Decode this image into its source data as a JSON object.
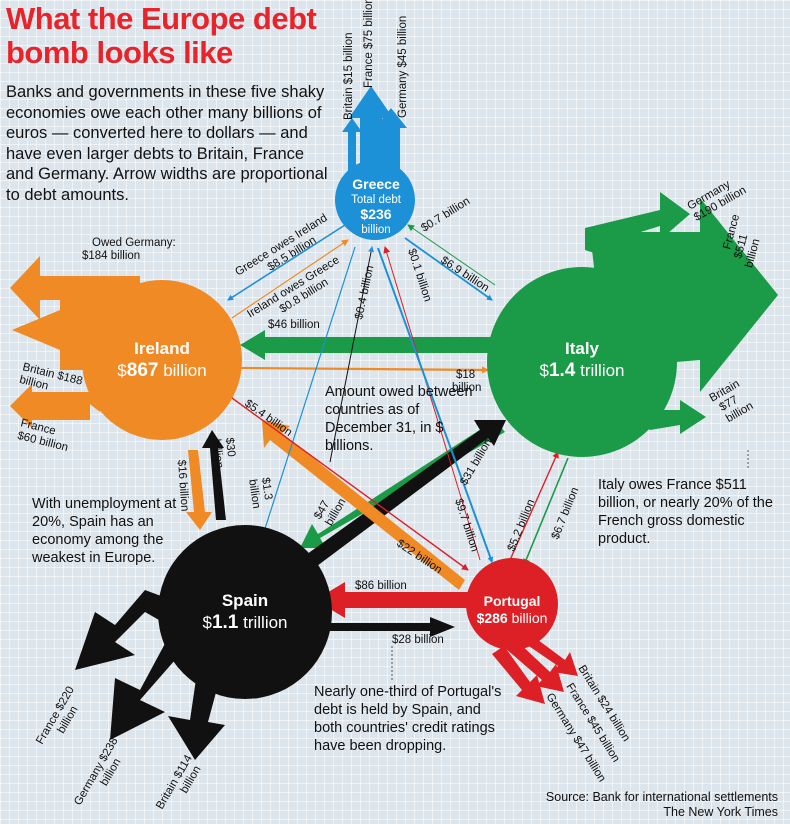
{
  "title": "What the Europe debt bomb looks like",
  "intro": "Banks and governments in these five shaky economies owe each other many billions of euros — converted here to dollars — and have even larger debts to Britain, France and Germany. Arrow widths are proportional to debt amounts.",
  "notes": {
    "amount_owed": "Amount owed between countries as of December 31, in $ billions.",
    "spain": "With unemployment at 20%, Spain has an economy among the weakest in Europe.",
    "italy": "Italy owes France $511 billion, or nearly 20% of the French gross domestic product.",
    "portugal": "Nearly one-third of Portugal's debt is held by Spain, and both countries' credit ratings have been dropping."
  },
  "source": {
    "line1": "Source: Bank for international settlements",
    "line2": "The New York Times"
  },
  "colors": {
    "greece": "#1d91d8",
    "ireland": "#f08a24",
    "italy": "#1b9a47",
    "spain": "#111111",
    "portugal": "#dd1f26",
    "title": "#e8232a"
  },
  "countries": {
    "greece": {
      "name": "Greece",
      "total_label": "Total debt",
      "amount": "$236",
      "unit": "billion"
    },
    "ireland": {
      "name": "Ireland",
      "amount_prefix": "$",
      "amount": "867",
      "unit": "billion"
    },
    "italy": {
      "name": "Italy",
      "amount_prefix": "$",
      "amount": "1.4",
      "unit": "trillion"
    },
    "spain": {
      "name": "Spain",
      "amount_prefix": "$",
      "amount": "1.1",
      "unit": "trillion"
    },
    "portugal": {
      "name": "Portugal",
      "amount": "$286",
      "unit": "billion"
    }
  },
  "flows": [
    {
      "from": "Greece",
      "to": "Britain",
      "label": "Britain $15 billion",
      "value": 15
    },
    {
      "from": "Greece",
      "to": "France",
      "label": "France $75 billion",
      "value": 75
    },
    {
      "from": "Greece",
      "to": "Germany",
      "label": "Germany $45 billion",
      "value": 45
    },
    {
      "from": "Ireland",
      "to": "Germany",
      "label": "Owed Germany: $184 billion",
      "value": 184
    },
    {
      "from": "Ireland",
      "to": "Britain",
      "label": "Britain $188 billion",
      "value": 188
    },
    {
      "from": "Ireland",
      "to": "France",
      "label": "France $60 billion",
      "value": 60
    },
    {
      "from": "Italy",
      "to": "Germany",
      "label": "Germany $190 billion",
      "value": 190
    },
    {
      "from": "Italy",
      "to": "France",
      "label": "France $511 billion",
      "value": 511
    },
    {
      "from": "Italy",
      "to": "Britain",
      "label": "Britain $77 billion",
      "value": 77
    },
    {
      "from": "Spain",
      "to": "France",
      "label": "France $220 billion",
      "value": 220
    },
    {
      "from": "Spain",
      "to": "Germany",
      "label": "Germany $238 billion",
      "value": 238
    },
    {
      "from": "Spain",
      "to": "Britain",
      "label": "Britain $114 billion",
      "value": 114
    },
    {
      "from": "Portugal",
      "to": "Britain",
      "label": "Britain $24 billion",
      "value": 24
    },
    {
      "from": "Portugal",
      "to": "France",
      "label": "France $45 billion",
      "value": 45
    },
    {
      "from": "Portugal",
      "to": "Germany",
      "label": "Germany $47 billion",
      "value": 47
    },
    {
      "from": "Greece",
      "to": "Ireland",
      "label": "Greece owes Ireland $8.5 billion",
      "value": 8.5
    },
    {
      "from": "Ireland",
      "to": "Greece",
      "label": "Ireland owes Greece $0.8 billion",
      "value": 0.8
    },
    {
      "from": "Italy",
      "to": "Greece",
      "label": "$0.7 billion",
      "value": 0.7
    },
    {
      "from": "Greece",
      "to": "Italy",
      "label": "$6.9 billion",
      "value": 6.9
    },
    {
      "from": "Italy",
      "to": "Ireland",
      "label": "$46 billion",
      "value": 46
    },
    {
      "from": "Ireland",
      "to": "Italy",
      "label": "$18 billion",
      "value": 18
    },
    {
      "from": "Spain",
      "to": "Greece",
      "label": "$0.4 billion",
      "value": 0.4
    },
    {
      "from": "Greece",
      "to": "Spain",
      "label": "$1.3 billion",
      "value": 1.3
    },
    {
      "from": "Portugal",
      "to": "Greece",
      "label": "$0.1 billion",
      "value": 0.1
    },
    {
      "from": "Greece",
      "to": "Portugal",
      "label": "$9.7 billion",
      "value": 9.7
    },
    {
      "from": "Spain",
      "to": "Ireland",
      "label": "$30 billion",
      "value": 30
    },
    {
      "from": "Ireland",
      "to": "Spain",
      "label": "$16 billion",
      "value": 16
    },
    {
      "from": "Italy",
      "to": "Spain",
      "label": "$47 billion",
      "value": 47
    },
    {
      "from": "Spain",
      "to": "Italy",
      "label": "$31 billion",
      "value": 31
    },
    {
      "from": "Portugal",
      "to": "Italy",
      "label": "$5.2 billion",
      "value": 5.2
    },
    {
      "from": "Italy",
      "to": "Portugal",
      "label": "$6.7 billion",
      "value": 6.7
    },
    {
      "from": "Portugal",
      "to": "Spain",
      "label": "$86 billion",
      "value": 86
    },
    {
      "from": "Spain",
      "to": "Portugal",
      "label": "$28 billion",
      "value": 28
    },
    {
      "from": "Ireland",
      "to": "Portugal",
      "label": "$5.4 billion",
      "value": 5.4
    },
    {
      "from": "Portugal",
      "to": "Ireland",
      "label": "$22 billion",
      "value": 22
    }
  ]
}
